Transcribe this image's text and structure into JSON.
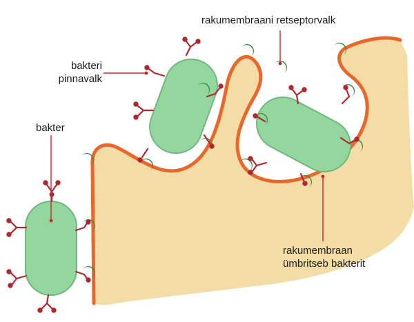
{
  "labels": {
    "receptor": "rakumembraani retseptorvalk",
    "surface_protein_line1": "bakteri",
    "surface_protein_line2": "pinnavalk",
    "bacterium": "bakter",
    "membrane_line1": "rakumembraan",
    "membrane_line2": "ümbritseb bakterit"
  },
  "colors": {
    "cytoplasm": "#f3dca6",
    "membrane": "#e8672a",
    "bacterium_fill": "#93d79e",
    "bacterium_edge": "#6fb67d",
    "receptor": "#3b8a3f",
    "surface_protein": "#b0272d",
    "leader_line": "#c9262c"
  }
}
